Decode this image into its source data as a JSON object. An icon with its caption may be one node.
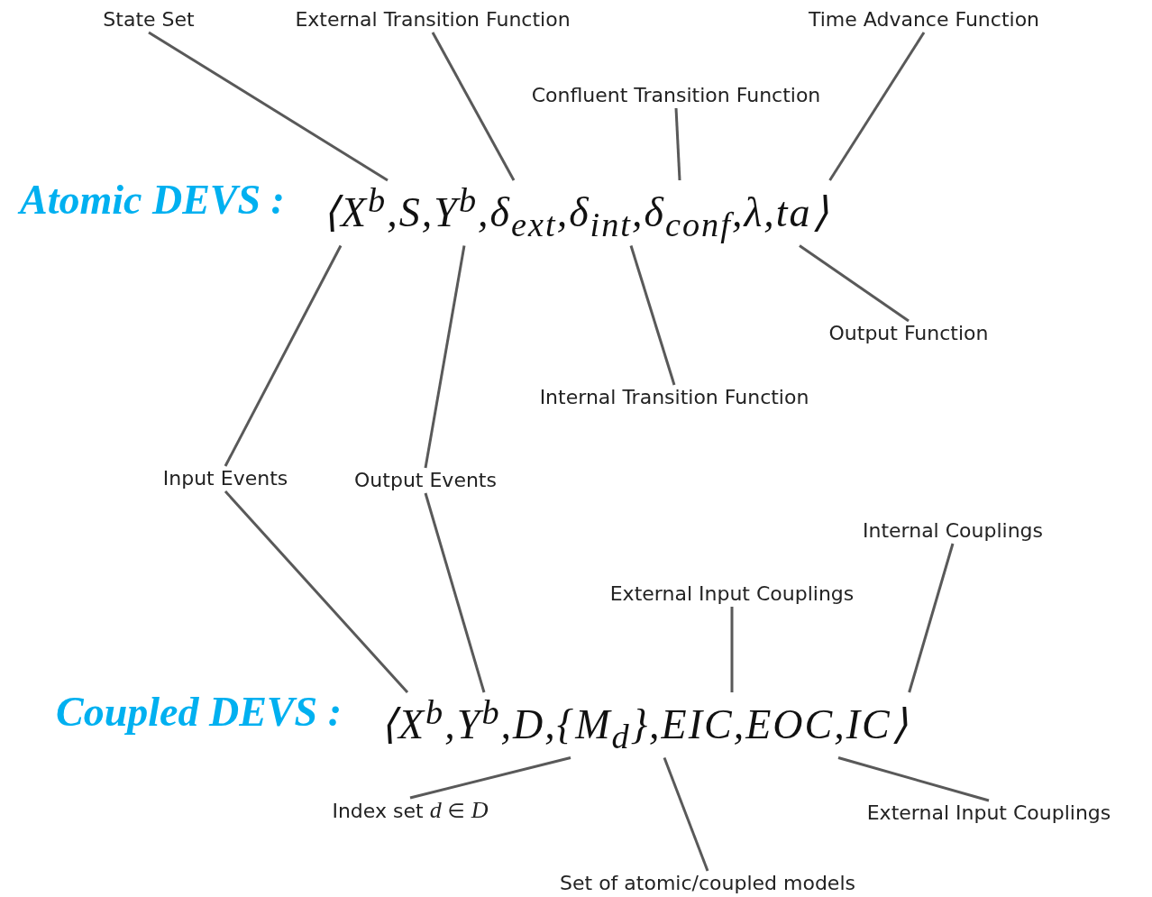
{
  "diagram": {
    "nodes": [
      {
        "text": [
          "State Set"
        ]
      },
      {
        "text": [
          "External Transition Function"
        ]
      },
      {
        "text": [
          "Time Advance Function"
        ]
      },
      {
        "text": [
          "Confluent Transition Function"
        ]
      },
      {
        "text": [
          "Output Function"
        ]
      },
      {
        "text": [
          "Internal Transition Function"
        ]
      },
      {
        "text": [
          "Input Events"
        ]
      },
      {
        "text": [
          "Output Events"
        ]
      },
      {
        "text": [
          "Internal Couplings"
        ]
      },
      {
        "text": [
          "External Input Couplings"
        ]
      },
      {
        "text": [
          "Index set *d* ∈ *D*"
        ]
      },
      {
        "text": [
          "External Input Couplings"
        ]
      },
      {
        "text": [
          "Set of atomic/coupled models"
        ]
      },
      {
        "text": [
          "⟨X$^{b}$,S,Y$^{b}$,δ$_{ext}$,δ$_{int}$,δ$_{conf}$,λ,ta⟩"
        ]
      },
      {
        "text": [
          "⟨X$^{b}$,Y$^{b}$,D,{M$_{d}$},EIC,EOC,IC⟩"
        ]
      }
    ],
    "edges": [
      {
        "from": 0,
        "to": 13,
        "arrow": "none"
      },
      {
        "from": 1,
        "to": 13,
        "arrow": "none"
      },
      {
        "from": 2,
        "to": 13,
        "arrow": "none"
      },
      {
        "from": 3,
        "to": 13,
        "arrow": "none"
      },
      {
        "from": 4,
        "to": 13,
        "arrow": "none"
      },
      {
        "from": 5,
        "to": 13,
        "arrow": "none"
      },
      {
        "from": 6,
        "to": 13,
        "arrow": "none"
      },
      {
        "from": 7,
        "to": 13,
        "arrow": "none"
      },
      {
        "from": 6,
        "to": 14,
        "arrow": "none"
      },
      {
        "from": 7,
        "to": 14,
        "arrow": "none"
      },
      {
        "from": 8,
        "to": 14,
        "arrow": "none"
      },
      {
        "from": 9,
        "to": 14,
        "arrow": "none"
      },
      {
        "from": 10,
        "to": 14,
        "arrow": "none"
      },
      {
        "from": 11,
        "to": 14,
        "arrow": "none"
      },
      {
        "from": 12,
        "to": 14,
        "arrow": "none"
      }
    ],
    "labels": [
      "Atomic DEVS :",
      "Coupled DEVS :"
    ]
  }
}
